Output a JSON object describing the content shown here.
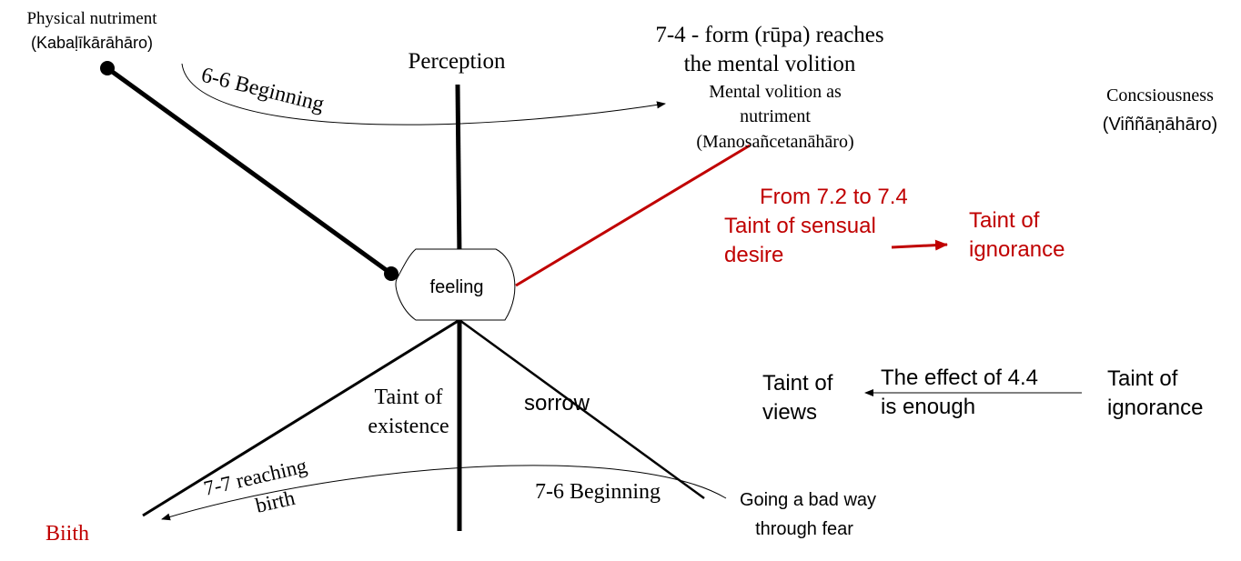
{
  "nodes": {
    "physical_nutriment": {
      "line1": "Physical nutriment",
      "line2": "(Kabaḷīkārāhāro)"
    },
    "perception": "Perception",
    "feeling": "feeling",
    "form_reaches": {
      "line1": "7-4 - form (rūpa) reaches",
      "line2": "the mental volition"
    },
    "mental_volition": {
      "line1": "Mental volition as",
      "line2": "nutriment",
      "line3": "(Manosañcetanāhāro)"
    },
    "consciousness": {
      "line1": "Concsiousness",
      "line2": "(Viññāṇāhāro)"
    },
    "birth": "Biith",
    "going_bad_way": {
      "line1": "Going a bad way",
      "line2": "through fear"
    }
  },
  "labels": {
    "beginning_6_6": "6-6  Beginning",
    "taint_existence": {
      "line1": "Taint of",
      "line2": "existence"
    },
    "sorrow": "sorrow",
    "reaching_birth": {
      "line1": "7-7  reaching",
      "line2": "birth"
    },
    "beginning_7_6": "7-6  Beginning"
  },
  "red_block": {
    "from": "From 7.2 to 7.4",
    "taint_sensual": {
      "line1": "Taint of sensual",
      "line2": "desire"
    },
    "taint_ignorance": {
      "line1": "Taint of",
      "line2": "ignorance"
    }
  },
  "black_block": {
    "taint_views": {
      "line1": "Taint of",
      "line2": "views"
    },
    "effect": {
      "line1": "The effect of 4.4",
      "line2": "is enough"
    },
    "taint_ignorance": {
      "line1": "Taint of",
      "line2": "ignorance"
    }
  },
  "colors": {
    "red": "#C00000",
    "black": "#000000"
  }
}
